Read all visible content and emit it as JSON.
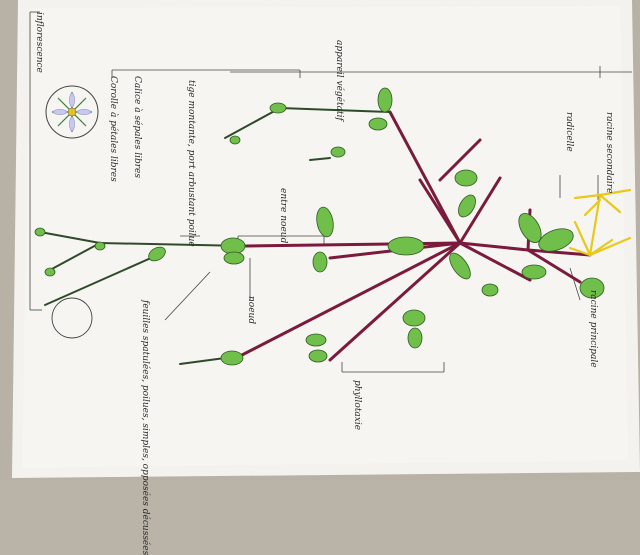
{
  "photo": {
    "labels": {
      "inflorescence": "inflorescence",
      "corolle": "Corolle à pétales libres",
      "calice": "Calice à sépales libres",
      "appareil": "appareil végétatif",
      "tige": "tige montante, port arbustant poilue",
      "radicelle": "radicelle",
      "racine_secondaire": "racine secondaire",
      "racine_principale": "racine principale",
      "entre_noeud": "entre noeud",
      "noeud": "noeud",
      "feuilles": "feuilles spatulées, poilues, simples, opposées décussées",
      "phyllotaxie": "phyllotaxie"
    },
    "colors": {
      "stem_purple": "#7a1a3c",
      "stem_dark": "#2f4a2a",
      "leaf_green": "#6fbf4a",
      "root_yellow": "#e8c81a",
      "paper": "#f4f2ee"
    }
  }
}
